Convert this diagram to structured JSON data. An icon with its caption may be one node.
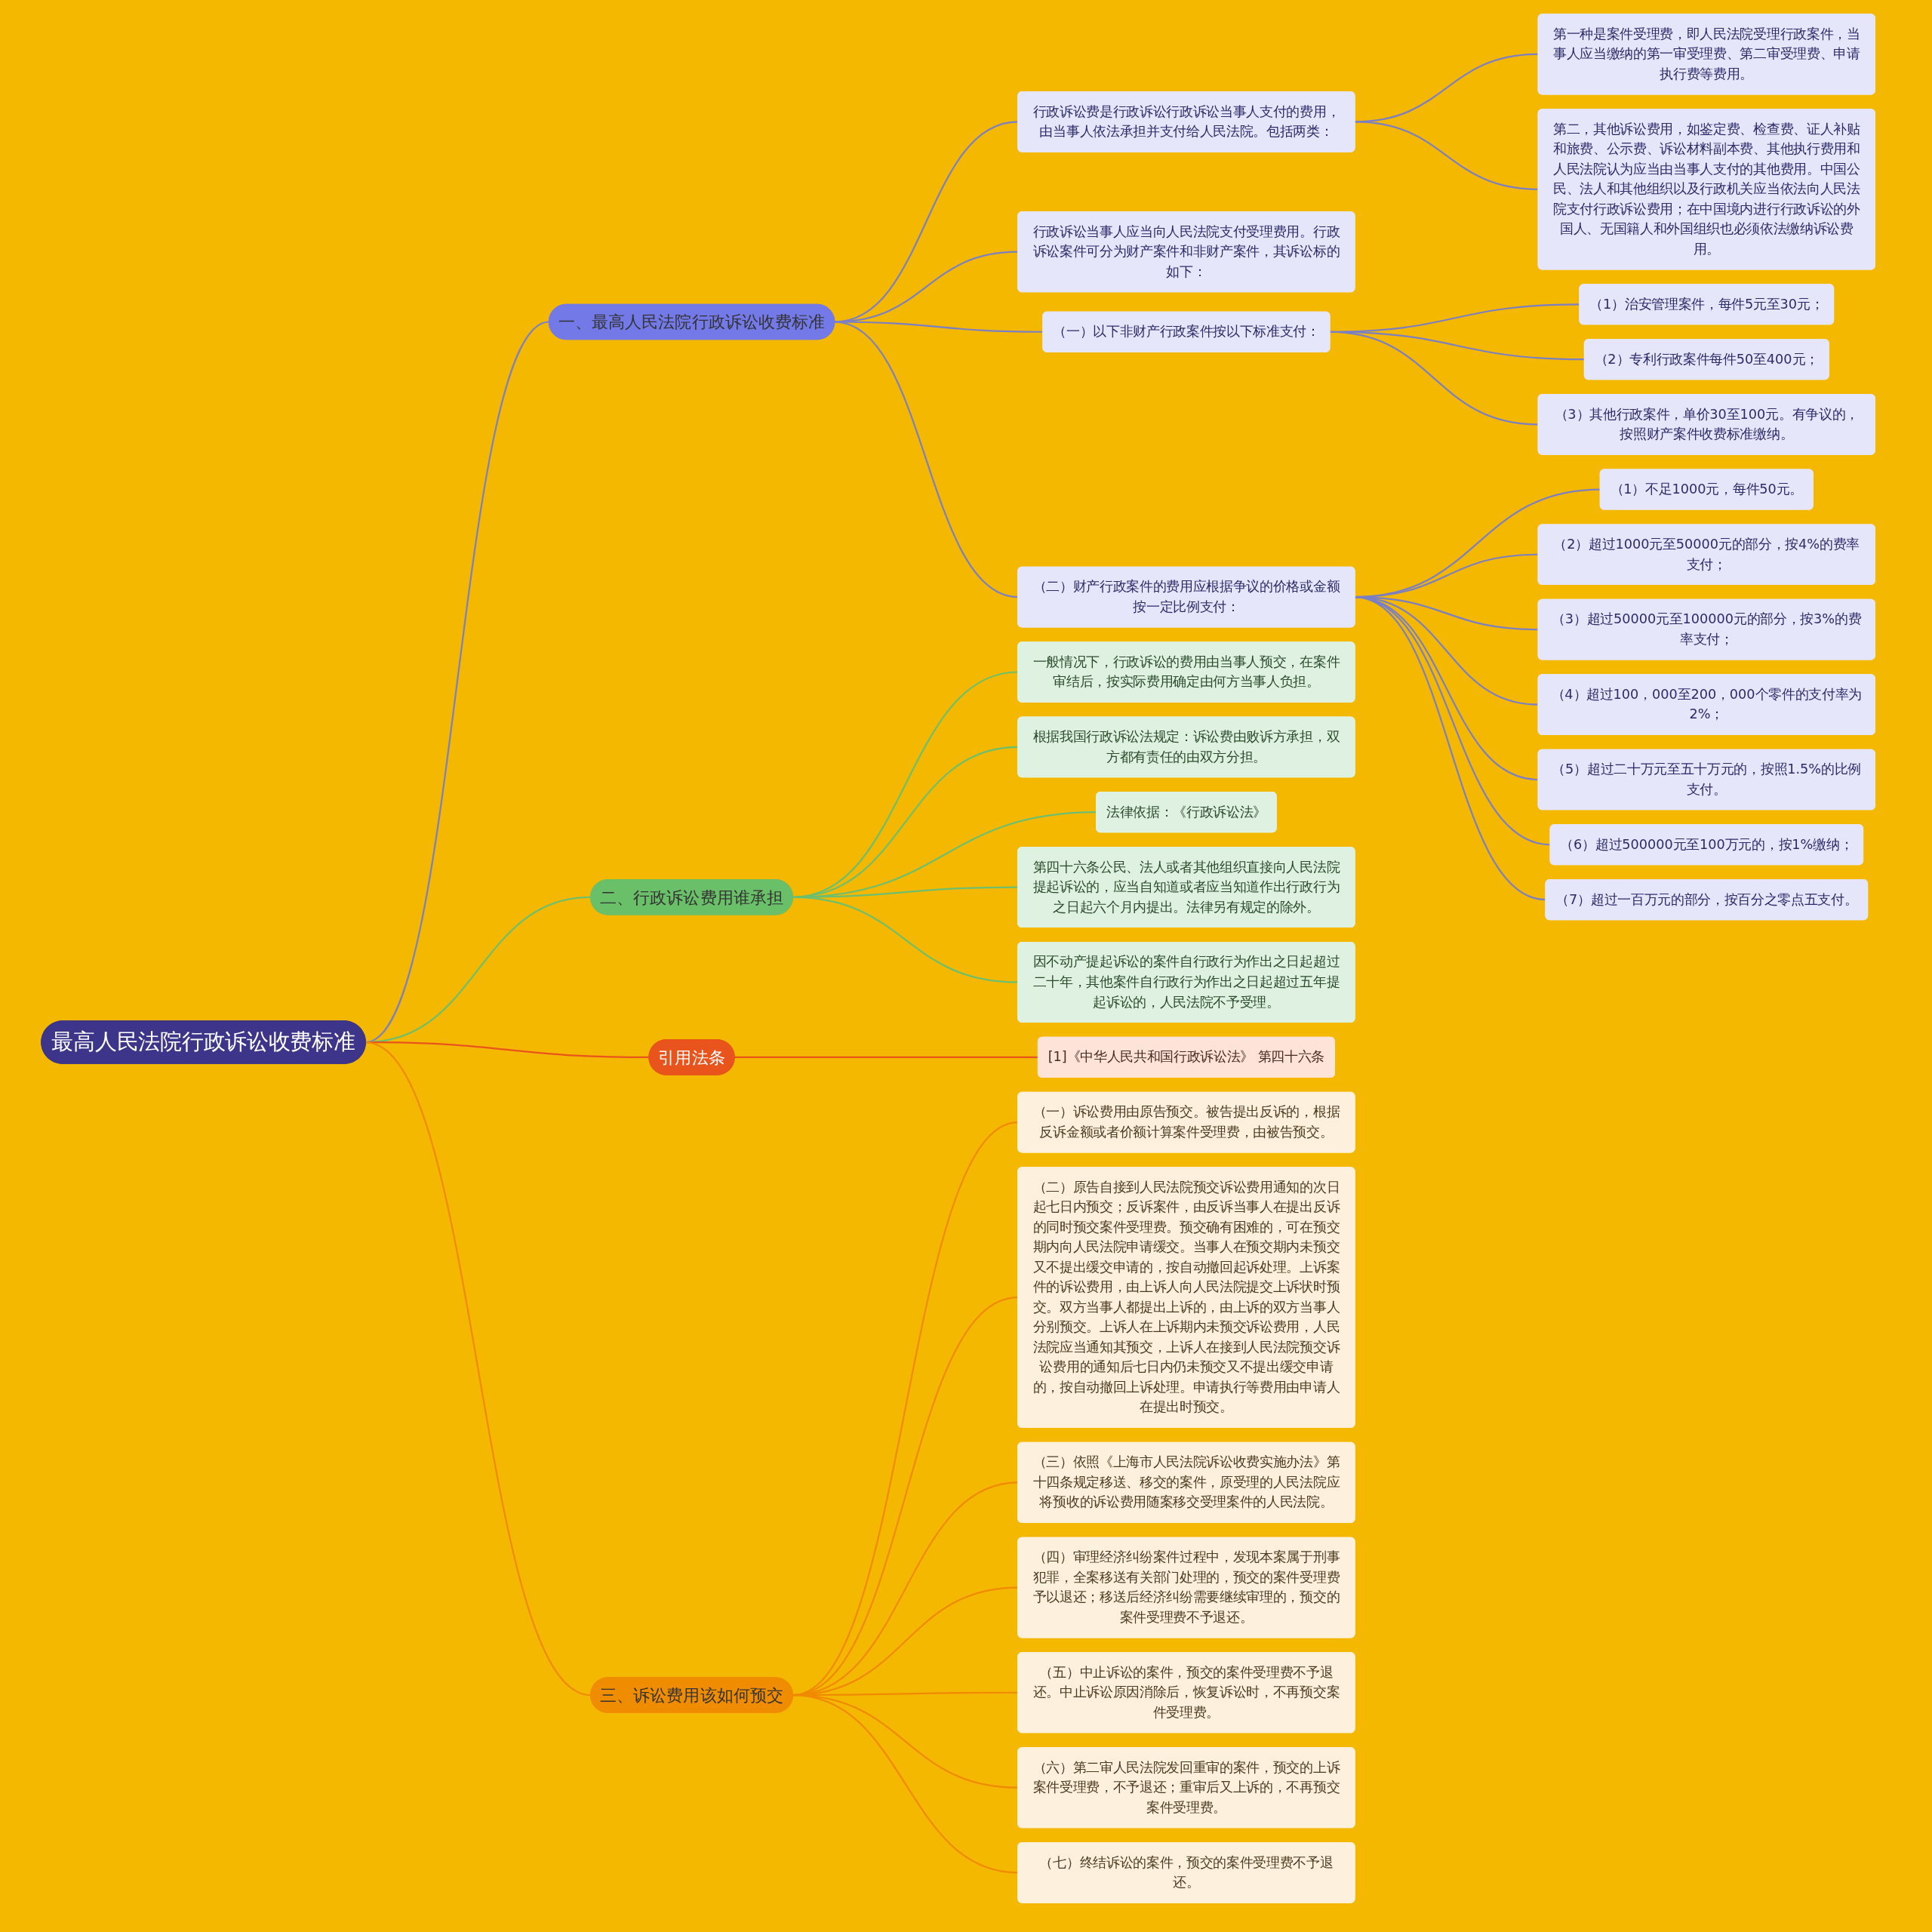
{
  "diagram": {
    "nodes": [
      {
        "text": [
          "最高人民法院行政诉讼收费标准"
        ]
      },
      {
        "text": [
          "一、最高人民法院行政诉讼收费标准"
        ]
      },
      {
        "text": [
          "行政诉讼费是行政诉讼行政诉讼当事人支付的费用，由当事人依法承担并支付给人民法院。包括两类："
        ]
      },
      {
        "text": [
          "第一种是案件受理费，即人民法院受理行政案件，当事人应当缴纳的第一审受理费、第二审受理费、申请执行费等费用。"
        ]
      },
      {
        "text": [
          "第二，其他诉讼费用，如鉴定费、检查费、证人补贴和旅费、公示费、诉讼材料副本费、其他执行费用和人民法院认为应当由当事人支付的其他费用。中国公民、法人和其他组织以及行政机关应当依法向人民法院支付行政诉讼费用；在中国境内进行行政诉讼的外国人、无国籍人和外国组织也必须依法缴纳诉讼费用。"
        ]
      },
      {
        "text": [
          "行政诉讼当事人应当向人民法院支付受理费用。行政诉讼案件可分为财产案件和非财产案件，其诉讼标的如下："
        ]
      },
      {
        "text": [
          "（一）以下非财产行政案件按以下标准支付："
        ]
      },
      {
        "text": [
          "（1）治安管理案件，每件5元至30元；"
        ]
      },
      {
        "text": [
          "（2）专利行政案件每件50至400元；"
        ]
      },
      {
        "text": [
          "（3）其他行政案件，单价30至100元。有争议的，按照财产案件收费标准缴纳。"
        ]
      },
      {
        "text": [
          "（二）财产行政案件的费用应根据争议的价格或金额按一定比例支付："
        ]
      },
      {
        "text": [
          "（1）不足1000元，每件50元。"
        ]
      },
      {
        "text": [
          "（2）超过1000元至50000元的部分，按4%的费率支付；"
        ]
      },
      {
        "text": [
          "（3）超过50000元至100000元的部分，按3%的费率支付；"
        ]
      },
      {
        "text": [
          "（4）超过100，000至200，000个零件的支付率为2%；"
        ]
      },
      {
        "text": [
          "（5）超过二十万元至五十万元的，按照1.5%的比例支付。"
        ]
      },
      {
        "text": [
          "（6）超过500000元至100万元的，按1%缴纳；"
        ]
      },
      {
        "text": [
          "（7）超过一百万元的部分，按百分之零点五支付。"
        ]
      },
      {
        "text": [
          "二、行政诉讼费用谁承担"
        ]
      },
      {
        "text": [
          "一般情况下，行政诉讼的费用由当事人预交，在案件审结后，按实际费用确定由何方当事人负担。"
        ]
      },
      {
        "text": [
          "根据我国行政诉讼法规定：诉讼费由败诉方承担，双方都有责任的由双方分担。"
        ]
      },
      {
        "text": [
          "法律依据：《行政诉讼法》"
        ]
      },
      {
        "text": [
          "第四十六条公民、法人或者其他组织直接向人民法院提起诉讼的，应当自知道或者应当知道作出行政行为之日起六个月内提出。法律另有规定的除外。"
        ]
      },
      {
        "text": [
          "因不动产提起诉讼的案件自行政行为作出之日起超过二十年，其他案件自行政行为作出之日起超过五年提起诉讼的，人民法院不予受理。"
        ]
      },
      {
        "text": [
          "引用法条"
        ]
      },
      {
        "text": [
          "[1]《中华人民共和国行政诉讼法》 第四十六条"
        ]
      },
      {
        "text": [
          "三、诉讼费用该如何预交"
        ]
      },
      {
        "text": [
          "（一）诉讼费用由原告预交。被告提出反诉的，根据反诉金额或者价额计算案件受理费，由被告预交。"
        ]
      },
      {
        "text": [
          "（二）原告自接到人民法院预交诉讼费用通知的次日起七日内预交；反诉案件，由反诉当事人在提出反诉的同时预交案件受理费。预交确有困难的，可在预交期内向人民法院申请缓交。当事人在预交期内未预交又不提出缓交申请的，按自动撤回起诉处理。上诉案件的诉讼费用，由上诉人向人民法院提交上诉状时预交。双方当事人都提出上诉的，由上诉的双方当事人分别预交。上诉人在上诉期内未预交诉讼费用，人民法院应当通知其预交，上诉人在接到人民法院预交诉讼费用的通知后七日内仍未预交又不提出缓交申请的，按自动撤回上诉处理。申请执行等费用由申请人在提出时预交。"
        ]
      },
      {
        "text": [
          "（三）依照《上海市人民法院诉讼收费实施办法》第十四条规定移送、移交的案件，原受理的人民法院应将预收的诉讼费用随案移交受理案件的人民法院。"
        ]
      },
      {
        "text": [
          "（四）审理经济纠纷案件过程中，发现本案属于刑事犯罪，全案移送有关部门处理的，预交的案件受理费予以退还；移送后经济纠纷需要继续审理的，预交的案件受理费不予退还。"
        ]
      },
      {
        "text": [
          "（五）中止诉讼的案件，预交的案件受理费不予退还。中止诉讼原因消除后，恢复诉讼时，不再预交案件受理费。"
        ]
      },
      {
        "text": [
          "（六）第二审人民法院发回重审的案件，预交的上诉案件受理费，不予退还；重审后又上诉的，不再预交案件受理费。"
        ]
      },
      {
        "text": [
          "（七）终结诉讼的案件，预交的案件受理费不予退还。"
        ]
      }
    ],
    "edges": [
      {
        "from": 0,
        "to": 1,
        "arrow": "none"
      },
      {
        "from": 1,
        "to": 2,
        "arrow": "none"
      },
      {
        "from": 2,
        "to": 3,
        "arrow": "none"
      },
      {
        "from": 2,
        "to": 4,
        "arrow": "none"
      },
      {
        "from": 1,
        "to": 5,
        "arrow": "none"
      },
      {
        "from": 1,
        "to": 6,
        "arrow": "none"
      },
      {
        "from": 6,
        "to": 7,
        "arrow": "none"
      },
      {
        "from": 6,
        "to": 8,
        "arrow": "none"
      },
      {
        "from": 6,
        "to": 9,
        "arrow": "none"
      },
      {
        "from": 1,
        "to": 10,
        "arrow": "none"
      },
      {
        "from": 10,
        "to": 11,
        "arrow": "none"
      },
      {
        "from": 10,
        "to": 12,
        "arrow": "none"
      },
      {
        "from": 10,
        "to": 13,
        "arrow": "none"
      },
      {
        "from": 10,
        "to": 14,
        "arrow": "none"
      },
      {
        "from": 10,
        "to": 15,
        "arrow": "none"
      },
      {
        "from": 10,
        "to": 16,
        "arrow": "none"
      },
      {
        "from": 10,
        "to": 17,
        "arrow": "none"
      },
      {
        "from": 0,
        "to": 18,
        "arrow": "none",
        "color": "#6cbf6e"
      },
      {
        "from": 18,
        "to": 19,
        "arrow": "none",
        "color": "#6cbf6e"
      },
      {
        "from": 18,
        "to": 20,
        "arrow": "none",
        "color": "#6cbf6e"
      },
      {
        "from": 18,
        "to": 21,
        "arrow": "none",
        "color": "#6cbf6e"
      },
      {
        "from": 18,
        "to": 22,
        "arrow": "none",
        "color": "#6cbf6e"
      },
      {
        "from": 18,
        "to": 23,
        "arrow": "none",
        "color": "#6cbf6e"
      },
      {
        "from": 0,
        "to": 24,
        "arrow": "none",
        "color": "#e8541c"
      },
      {
        "from": 24,
        "to": 25,
        "arrow": "none",
        "color": "#e8541c"
      },
      {
        "from": 0,
        "to": 26,
        "arrow": "none",
        "color": "#f08a00"
      },
      {
        "from": 26,
        "to": 27,
        "arrow": "none",
        "color": "#f08a00"
      },
      {
        "from": 26,
        "to": 28,
        "arrow": "none",
        "color": "#f08a00"
      },
      {
        "from": 26,
        "to": 29,
        "arrow": "none",
        "color": "#f08a00"
      },
      {
        "from": 26,
        "to": 30,
        "arrow": "none",
        "color": "#f08a00"
      },
      {
        "from": 26,
        "to": 31,
        "arrow": "none",
        "color": "#f08a00"
      },
      {
        "from": 26,
        "to": 32,
        "arrow": "none",
        "color": "#f08a00"
      },
      {
        "from": 26,
        "to": 33,
        "arrow": "none",
        "color": "#f08a00"
      }
    ]
  }
}
